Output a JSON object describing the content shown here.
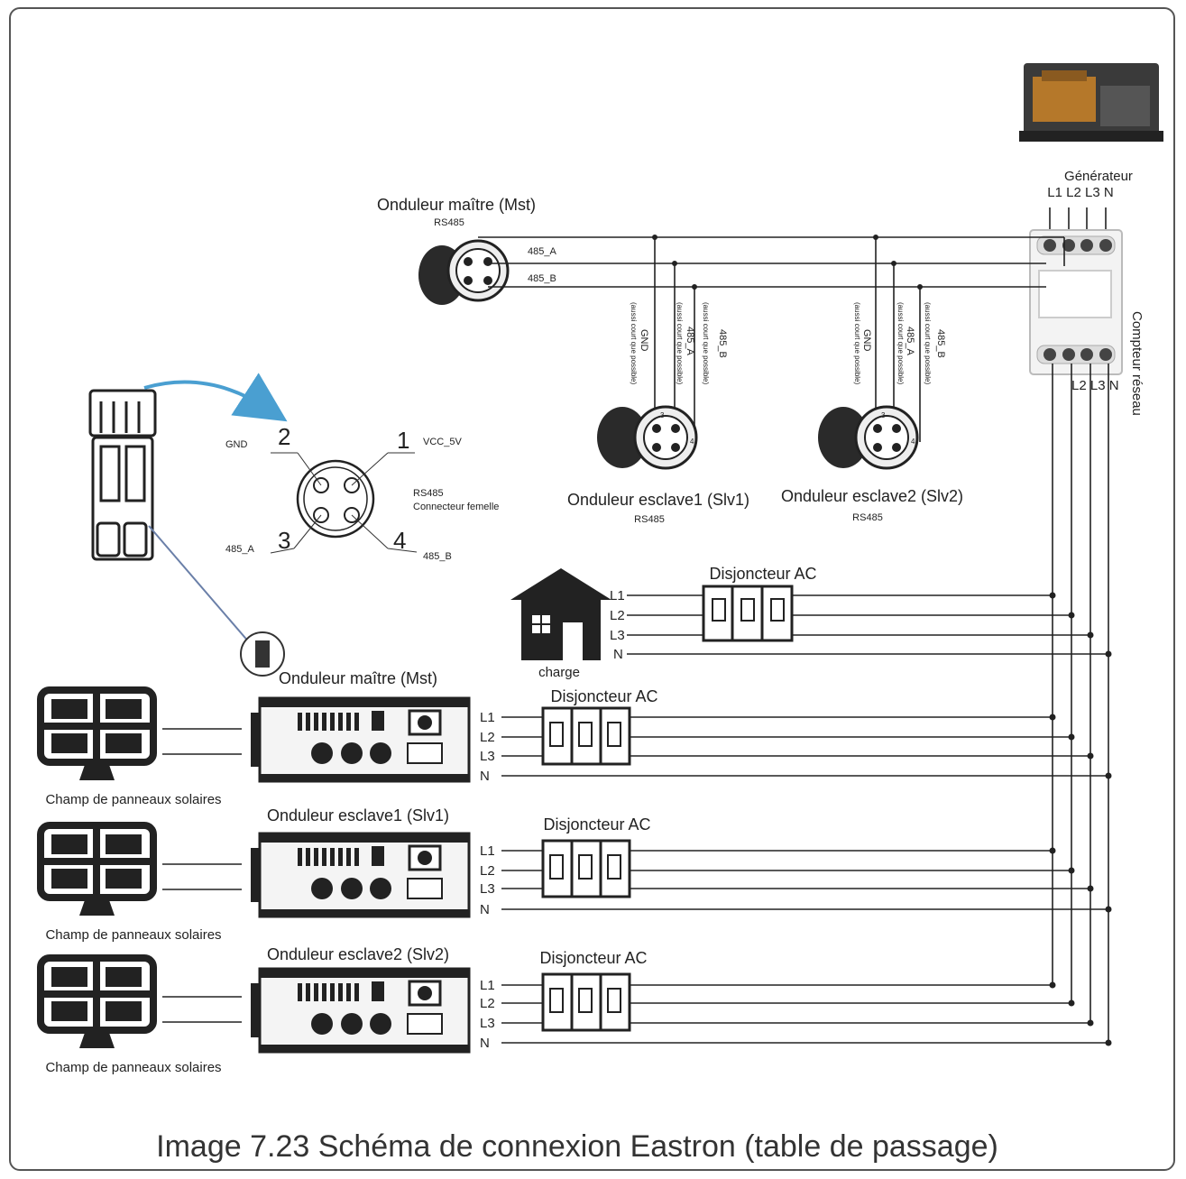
{
  "generator": {
    "title": "Générateur",
    "lines": "L1 L2 L3  N"
  },
  "meter": {
    "title": "Compteur réseau",
    "bottom_lines": "L2 L3 N"
  },
  "master_connector": {
    "title": "Onduleur maître (Mst)",
    "sub": "RS485",
    "wire_a": "485_A",
    "wire_b": "485_B"
  },
  "slave1_connector": {
    "title": "Onduleur esclave1 (Slv1)",
    "sub": "RS485",
    "pin3": "3",
    "pin4": "4"
  },
  "slave2_connector": {
    "title": "Onduleur esclave2 (Slv2)",
    "sub": "RS485",
    "pin3": "3",
    "pin4": "4"
  },
  "vertical_wire_labels": {
    "gnd": "GND",
    "a": "485_A",
    "b": "485_B",
    "note": "(aussi court que possible)"
  },
  "pinout": {
    "pin1_num": "1",
    "pin1": "VCC_5V",
    "pin2_num": "2",
    "pin2": "GND",
    "pin3_num": "3",
    "pin3": "485_A",
    "pin4_num": "4",
    "pin4": "485_B",
    "title": "RS485",
    "subtitle": "Connecteur femelle"
  },
  "load": {
    "label": "charge",
    "lines": [
      "L1",
      "L2",
      "L3",
      "N"
    ],
    "breaker": "Disjoncteur AC"
  },
  "inverters": [
    {
      "title": "Onduleur maître (Mst)",
      "breaker": "Disjoncteur AC",
      "panels": "Champ de panneaux solaires",
      "lines": [
        "L1",
        "L2",
        "L3",
        "N"
      ]
    },
    {
      "title": "Onduleur esclave1 (Slv1)",
      "breaker": "Disjoncteur AC",
      "panels": "Champ de panneaux solaires",
      "lines": [
        "L1",
        "L2",
        "L3",
        "N"
      ]
    },
    {
      "title": "Onduleur esclave2 (Slv2)",
      "breaker": "Disjoncteur AC",
      "panels": "Champ de panneaux solaires",
      "lines": [
        "L1",
        "L2",
        "L3",
        "N"
      ]
    }
  ],
  "caption": "Image 7.23 Schéma de connexion Eastron (table de passage)"
}
